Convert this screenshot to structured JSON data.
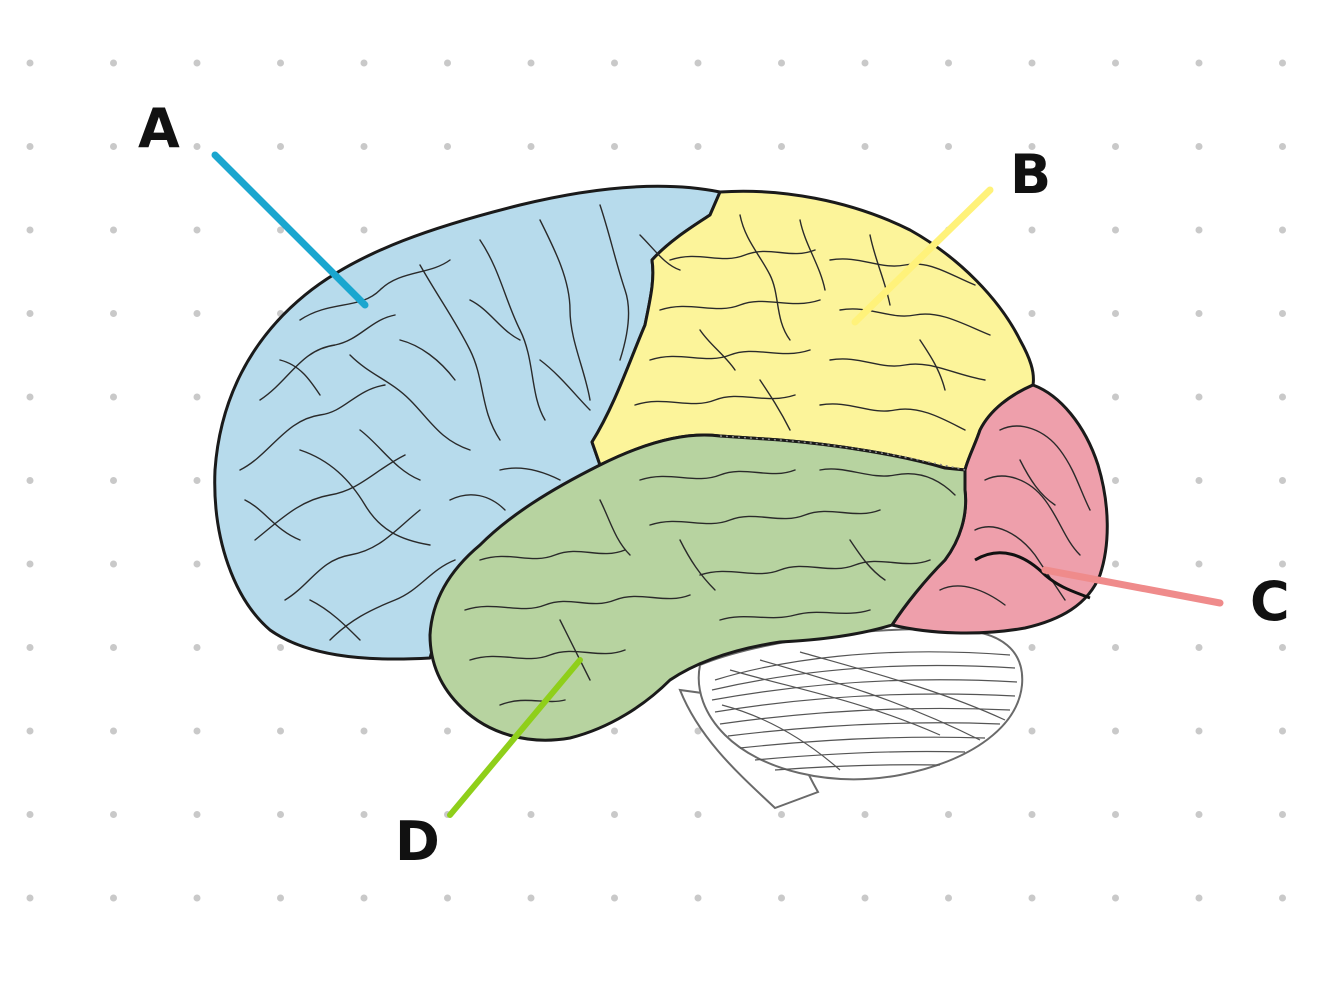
{
  "diagram": {
    "labels": [
      {
        "id": "A",
        "text": "A",
        "line_color": "#1aa6cf"
      },
      {
        "id": "B",
        "text": "B",
        "line_color": "#fff27a"
      },
      {
        "id": "C",
        "text": "C",
        "line_color": "#ef8b8b"
      },
      {
        "id": "D",
        "text": "D",
        "line_color": "#8fcf1a"
      }
    ],
    "lobe_colors": {
      "frontal": "#b7dbec",
      "parietal": "#fcf49a",
      "occipital": "#ee9fab",
      "temporal": "#b7d3a0",
      "cerebellum": "#ffffff"
    },
    "background": {
      "paper": "#ffffff",
      "dot_color": "#c9c9c9"
    }
  }
}
